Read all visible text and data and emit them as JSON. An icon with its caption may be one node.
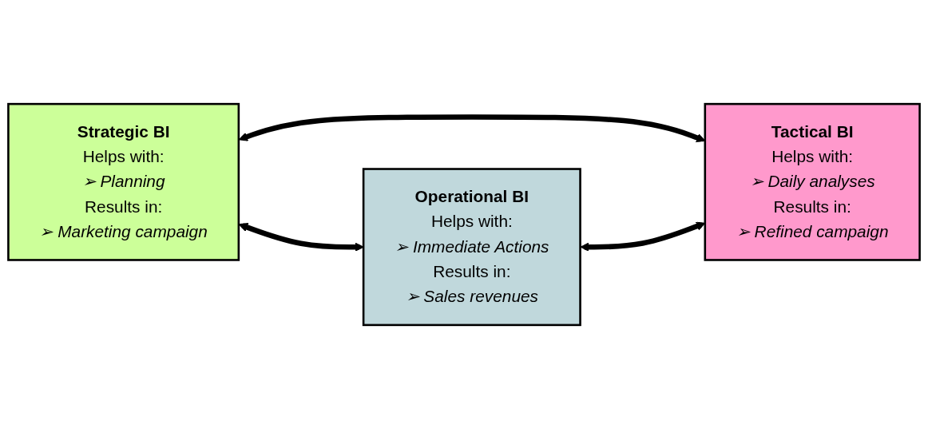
{
  "diagram": {
    "nodes": [
      {
        "text": [
          "Strategic BI",
          "Helps with:",
          "➢ Planning",
          "Results in:",
          "➢ Marketing campaign"
        ]
      },
      {
        "text": [
          "Operational BI",
          "Helps with:",
          "➢ Immediate Actions",
          "Results in:",
          "➢ Sales revenues"
        ]
      },
      {
        "text": [
          "Tactical BI",
          "Helps with:",
          "➢ Daily analyses",
          "Results in:",
          "➢ Refined campaign"
        ]
      }
    ],
    "edges": [
      {
        "from": 0,
        "to": 1,
        "arrow": "both"
      },
      {
        "from": 0,
        "to": 2,
        "arrow": "both"
      },
      {
        "from": 1,
        "to": 2,
        "arrow": "both"
      }
    ]
  }
}
